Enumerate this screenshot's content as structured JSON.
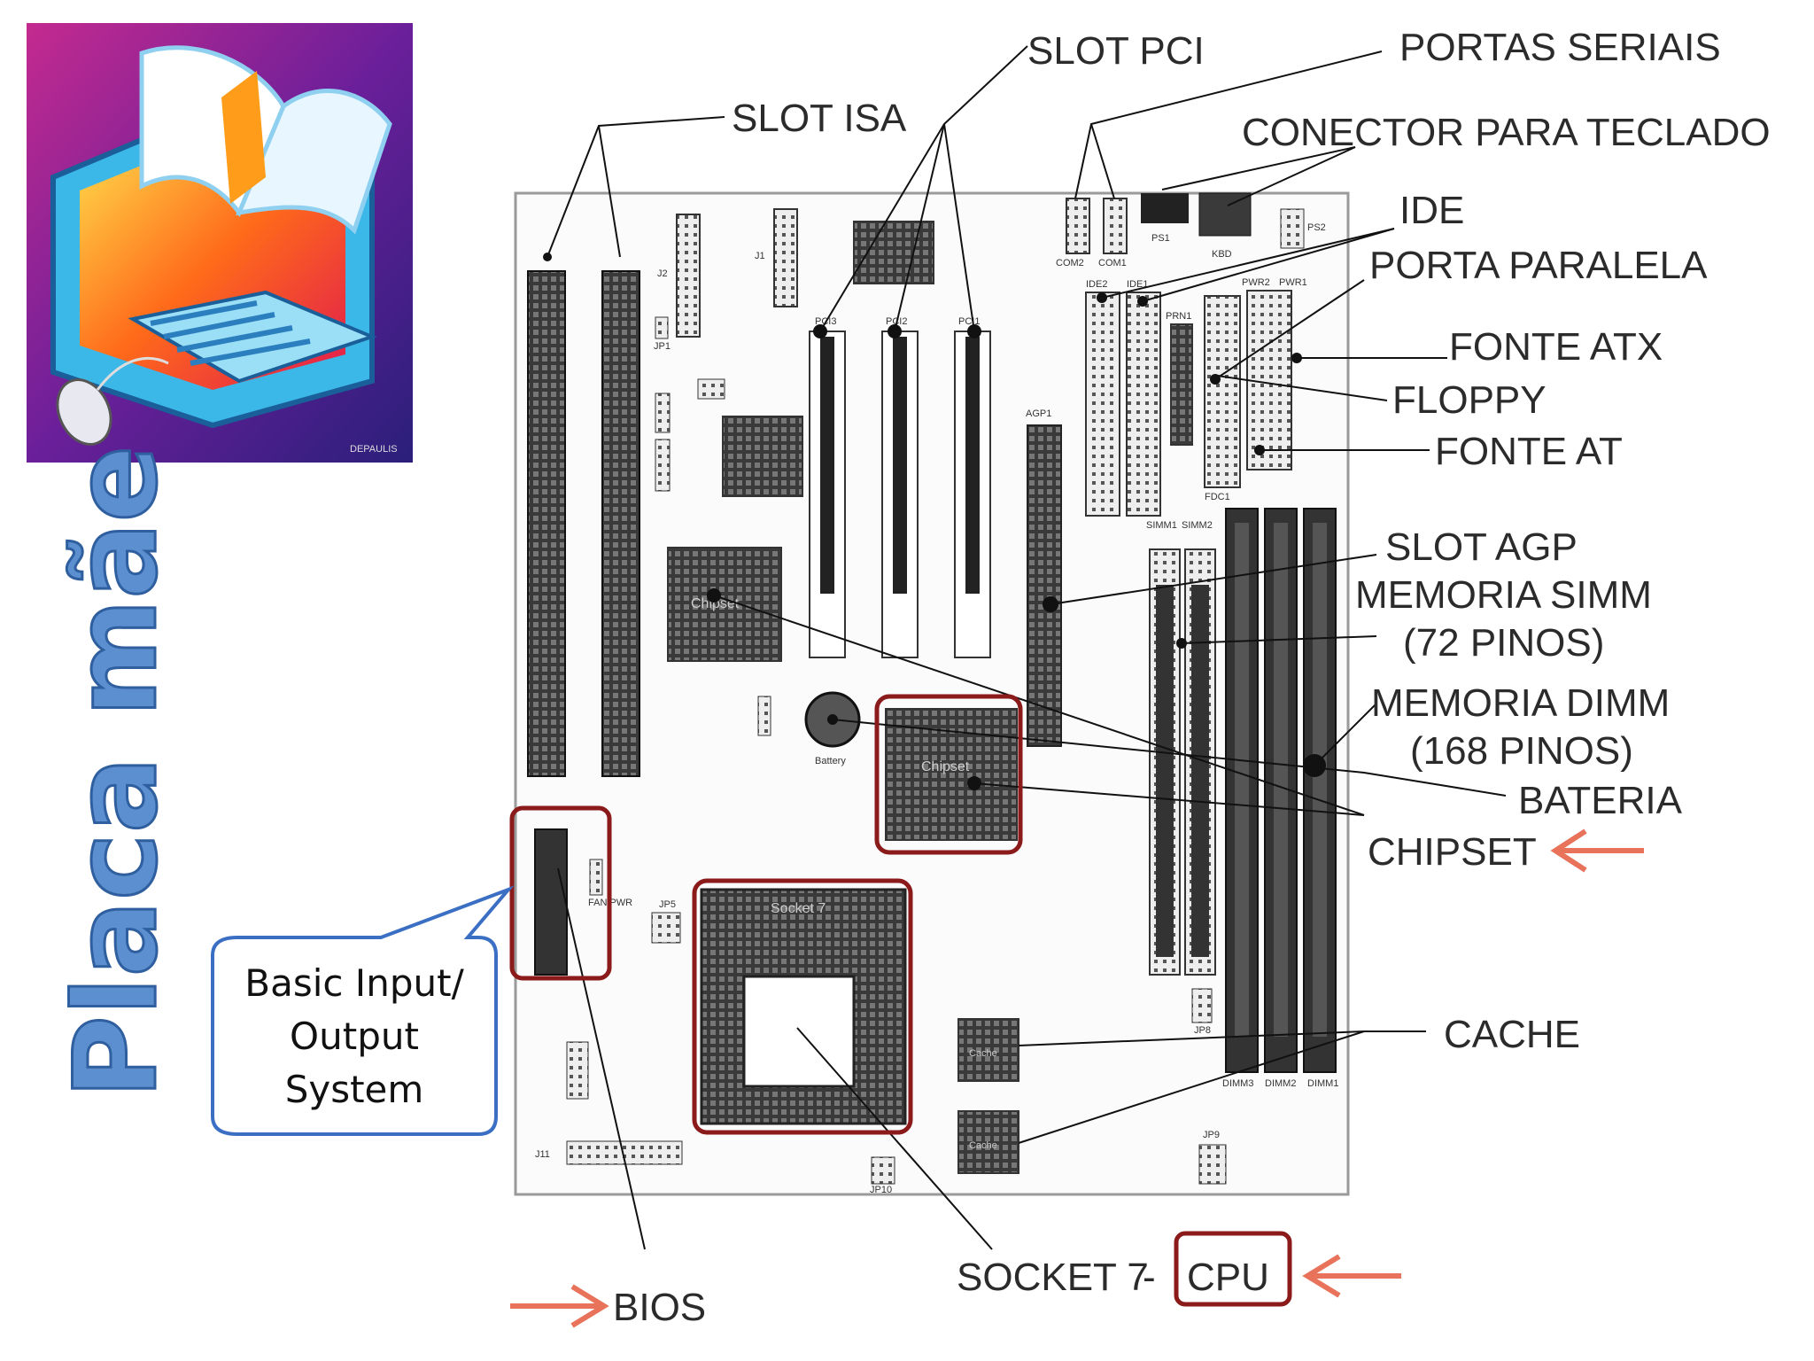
{
  "title": "Placa mãe",
  "callout": {
    "lines": [
      "Basic Input/",
      "Output",
      "System"
    ]
  },
  "labels": {
    "slot_pci": "SLOT PCI",
    "portas_seriais": "PORTAS SERIAIS",
    "slot_isa": "SLOT ISA",
    "conector_teclado": "CONECTOR PARA TECLADO",
    "ide": "IDE",
    "porta_paralela": "PORTA PARALELA",
    "fonte_atx": "FONTE ATX",
    "floppy": "FLOPPY",
    "fonte_at": "FONTE AT",
    "slot_agp": "SLOT AGP",
    "memoria_simm": "MEMORIA SIMM",
    "simm_pinos": "(72 PINOS)",
    "memoria_dimm": "MEMORIA DIMM",
    "dimm_pinos": "(168 PINOS)",
    "bateria": "BATERIA",
    "chipset": "CHIPSET",
    "cache": "CACHE",
    "socket7": "SOCKET 7",
    "cpu": "CPU",
    "bios": "BIOS"
  },
  "board_marks": {
    "com2": "COM2",
    "com1": "COM1",
    "ps1": "PS1",
    "kbd": "KBD",
    "ps2": "PS2",
    "ide2": "IDE2",
    "ide1": "IDE1",
    "pwr2": "PWR2",
    "pwr1": "PWR1",
    "prn1": "PRN1",
    "fdc1": "FDC1",
    "agp1": "AGP1",
    "pci3": "PCI3",
    "pci2": "PCI2",
    "pci1": "PCI1",
    "simm1": "SIMM1",
    "simm2": "SIMM2",
    "battery": "Battery",
    "chipset": "Chipset",
    "socket7": "Socket 7",
    "cache": "Cache",
    "j1": "J1",
    "j2": "J2",
    "jp1": "JP1",
    "j11": "J11",
    "jp10": "JP10",
    "fan_pwr": "FAN PWR",
    "jp5": "JP5",
    "jp8": "JP8",
    "jp9": "JP9",
    "dimm3": "DIMM3",
    "dimm2": "DIMM2",
    "dimm1": "DIMM1",
    "logo_sign": "DEPAULIS"
  },
  "colors": {
    "title_fill": "#5b8fd0",
    "highlight": "#8b1a1a",
    "arrow": "#e8735a",
    "callout_border": "#3a6fc4"
  }
}
